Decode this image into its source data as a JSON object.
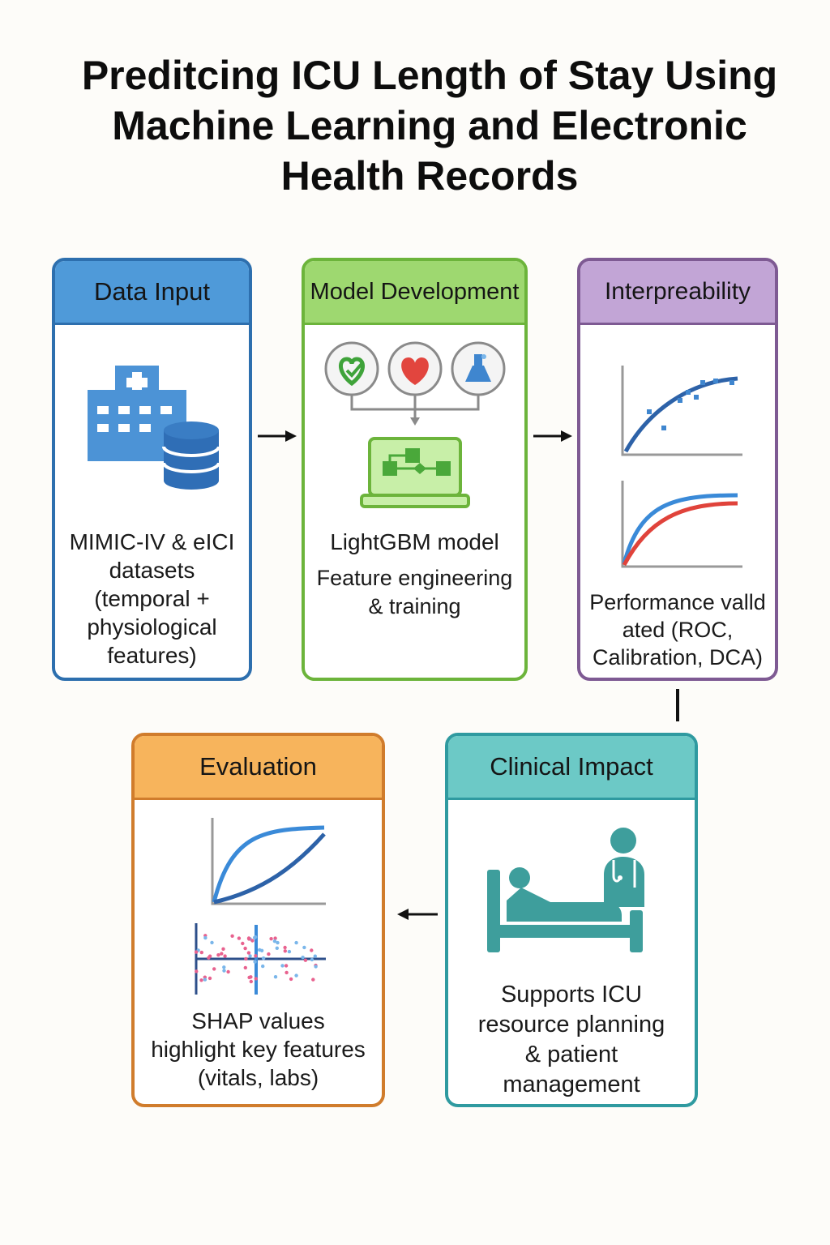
{
  "title": {
    "line1": "Preditcing ICU Length of Stay Using",
    "line2": "Machine Learning and Electronic",
    "line3": "Health Records"
  },
  "cards": {
    "data_input": {
      "header": "Data Input",
      "lines": [
        "MIMIC-IV & eICI",
        "datasets",
        "(temporal +",
        "physiological",
        "features)"
      ],
      "icon": "hospital-database-icon",
      "color": "#4f9ad9"
    },
    "model_development": {
      "header": "Model Development",
      "model_label": "LightGBM model",
      "lines": [
        "Feature engineering",
        "& training"
      ],
      "icons": [
        "heart-check-icon",
        "heart-icon",
        "lab-flask-icon",
        "laptop-flowchart-icon"
      ],
      "color": "#9ed870"
    },
    "interpretability": {
      "header": "Interpreability",
      "lines": [
        "Performance valld",
        "ated (ROC,",
        "Calibration, DCA)"
      ],
      "icons": [
        "calibration-plot-icon",
        "roc-curve-icon"
      ],
      "color": "#c2a5d6"
    },
    "evaluation": {
      "header": "Evaluation",
      "lines": [
        "SHAP values",
        "highlight key features",
        "(vitals, labs)"
      ],
      "icons": [
        "curve-chart-icon",
        "shap-scatter-icon"
      ],
      "color": "#f7b45c"
    },
    "clinical_impact": {
      "header": "Clinical Impact",
      "lines": [
        "Supports ICU",
        "resource planning",
        "& patient",
        "management"
      ],
      "icon": "patient-bed-doctor-icon",
      "color": "#6cc9c6"
    }
  }
}
